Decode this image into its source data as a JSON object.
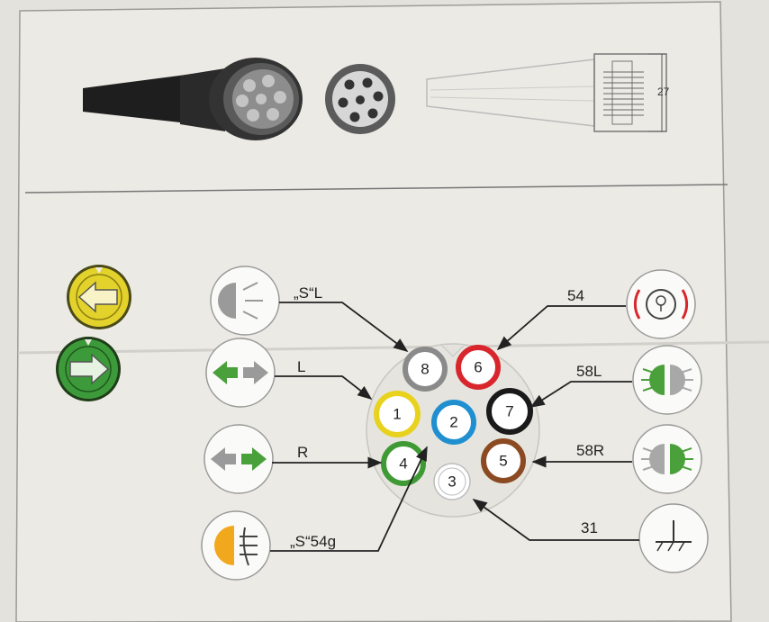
{
  "dimension": "27",
  "pins": [
    {
      "id": "pin-8",
      "number": "8",
      "color": "#8a8a8a"
    },
    {
      "id": "pin-6",
      "number": "6",
      "color": "#d8262c"
    },
    {
      "id": "pin-1",
      "number": "1",
      "color": "#e8d21e"
    },
    {
      "id": "pin-2",
      "number": "2",
      "color": "#1f8fd0"
    },
    {
      "id": "pin-7",
      "number": "7",
      "color": "#1a1a1a"
    },
    {
      "id": "pin-4",
      "number": "4",
      "color": "#3f9a35"
    },
    {
      "id": "pin-5",
      "number": "5",
      "color": "#8b4a22"
    },
    {
      "id": "pin-3",
      "number": "3",
      "color": "#ffffff"
    }
  ],
  "labels": {
    "s_l": "„S“L",
    "l": "L",
    "r": "R",
    "s_54g": "„S“54g",
    "c54": "54",
    "c58l": "58L",
    "c58r": "58R",
    "c31": "31"
  },
  "colors": {
    "arrow_yellow": "#e3d22c",
    "arrow_green": "#3d9a3a",
    "indicator_green": "#4aa13b",
    "fog_orange": "#f2a81c",
    "stop_red": "#d8262c"
  },
  "icons": {
    "left_arrow": "left-arrow-icon",
    "right_arrow": "right-arrow-icon",
    "reverse_light": "reverse-light-icon",
    "indicator_left": "indicator-left-icon",
    "indicator_right": "indicator-right-icon",
    "fog_light": "fog-light-icon",
    "stop_light": "stop-light-icon",
    "tail_light_left": "tail-light-left-icon",
    "tail_light_right": "tail-light-right-icon",
    "ground": "ground-icon"
  }
}
